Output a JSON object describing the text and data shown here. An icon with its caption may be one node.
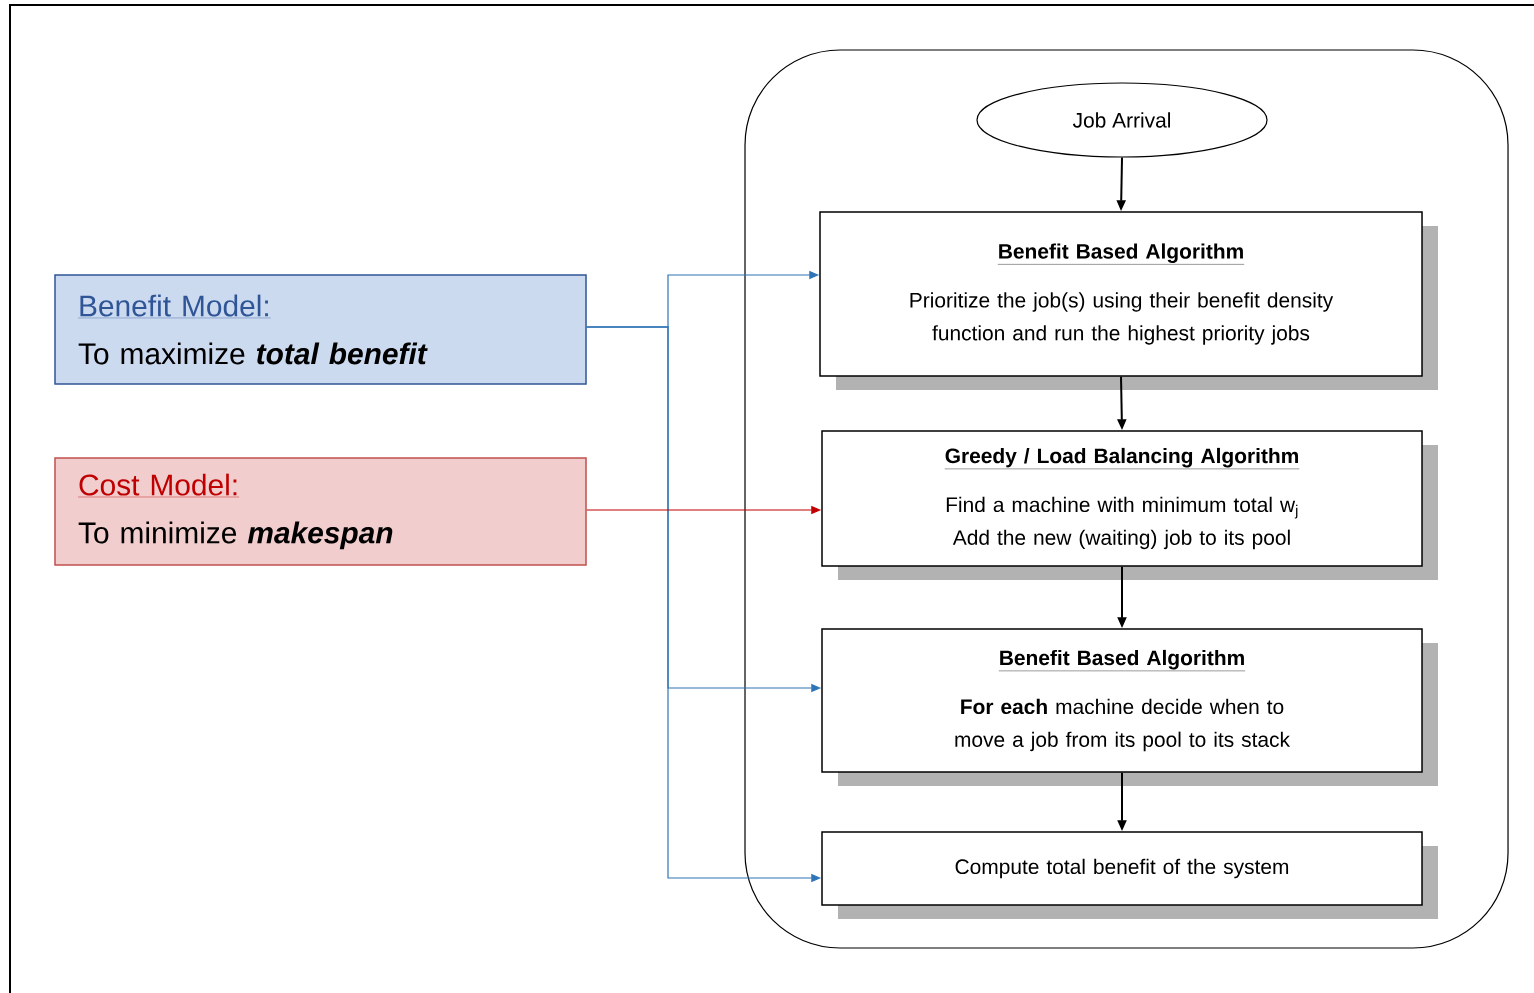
{
  "diagram": {
    "nodes": [
      {
        "text": [],
        "shape": "box"
      },
      {
        "text": [
          "Job Arrival"
        ],
        "in": 0
      },
      {
        "text": [
          "Benefit Based Algorithm",
          "Prioritize the job(s) using their benefit density function and run the highest priority jobs"
        ],
        "in": 0
      },
      {
        "text": [
          "Greedy / Load Balancing Algorithm",
          "Find a machine with minimum total w$_{j}$ Add the new (waiting) job to its pool"
        ],
        "in": 0
      },
      {
        "text": [
          "Benefit Based Algorithm",
          "**For each** machine decide when to move a job from its pool to its stack"
        ],
        "in": 0
      },
      {
        "text": [
          "Compute total benefit of the system"
        ],
        "in": 0
      },
      {
        "text": [
          "Benefit Model:",
          "To maximize **total benefit**"
        ]
      },
      {
        "text": [
          "Cost Model:",
          "To minimize **makespan**"
        ]
      }
    ],
    "edges": [
      {
        "from": 1,
        "to": 2,
        "arrow": "to"
      },
      {
        "from": 2,
        "to": 3,
        "arrow": "to"
      },
      {
        "from": 3,
        "to": 4,
        "arrow": "to"
      },
      {
        "from": 4,
        "to": 5,
        "arrow": "to"
      },
      {
        "from": 6,
        "to": 2,
        "arrow": "to",
        "color": "#2e75b6"
      },
      {
        "from": 6,
        "to": 4,
        "arrow": "to",
        "color": "#2e75b6"
      },
      {
        "from": 6,
        "to": 5,
        "arrow": "to",
        "color": "#2e75b6"
      },
      {
        "from": 7,
        "to": 3,
        "arrow": "to",
        "color": "#c00000"
      }
    ]
  }
}
